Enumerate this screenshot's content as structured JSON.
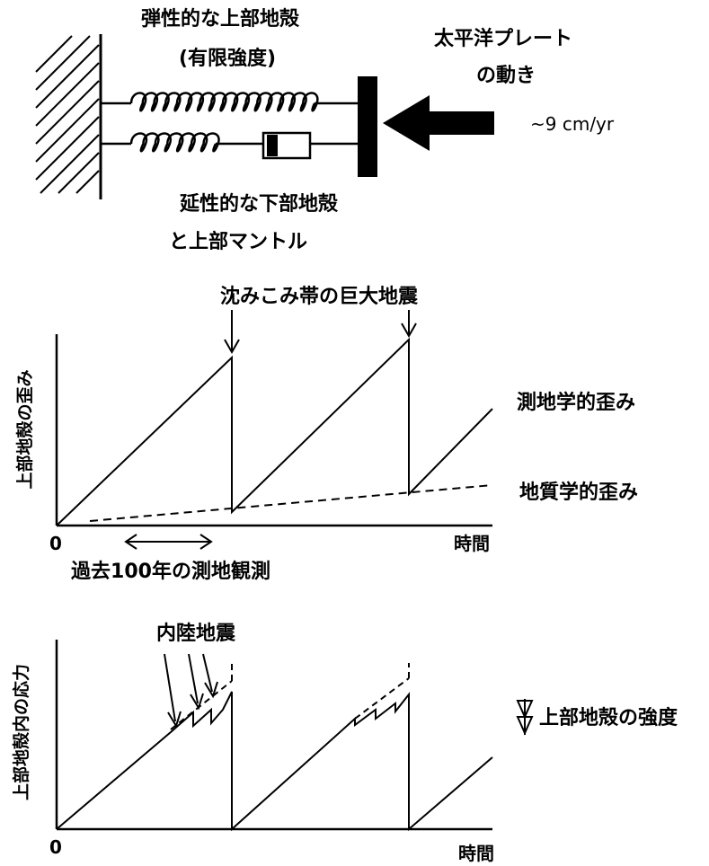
{
  "model": {
    "upper_crust_label": "弾性的な上部地殻",
    "upper_crust_sub": "(有限強度)",
    "lower_crust_label_1": "延性的な下部地殻",
    "lower_crust_label_2": "と上部マントル",
    "plate_label_1": "太平洋プレート",
    "plate_label_2": "の動き",
    "rate_label": "~9 cm/yr"
  },
  "strain_panel": {
    "event_label": "沈みこみ帯の巨大地震",
    "ylabel": "上部地殻の歪み",
    "xlabel": "時間",
    "origin": "0",
    "geodetic_label": "測地学的歪み",
    "geologic_label": "地質学的歪み",
    "observation_label": "過去100年の測地観測"
  },
  "stress_panel": {
    "event_label": "内陸地震",
    "ylabel": "上部地殻内の応力",
    "xlabel": "時間",
    "origin": "0",
    "strength_label": "上部地殻の強度"
  }
}
